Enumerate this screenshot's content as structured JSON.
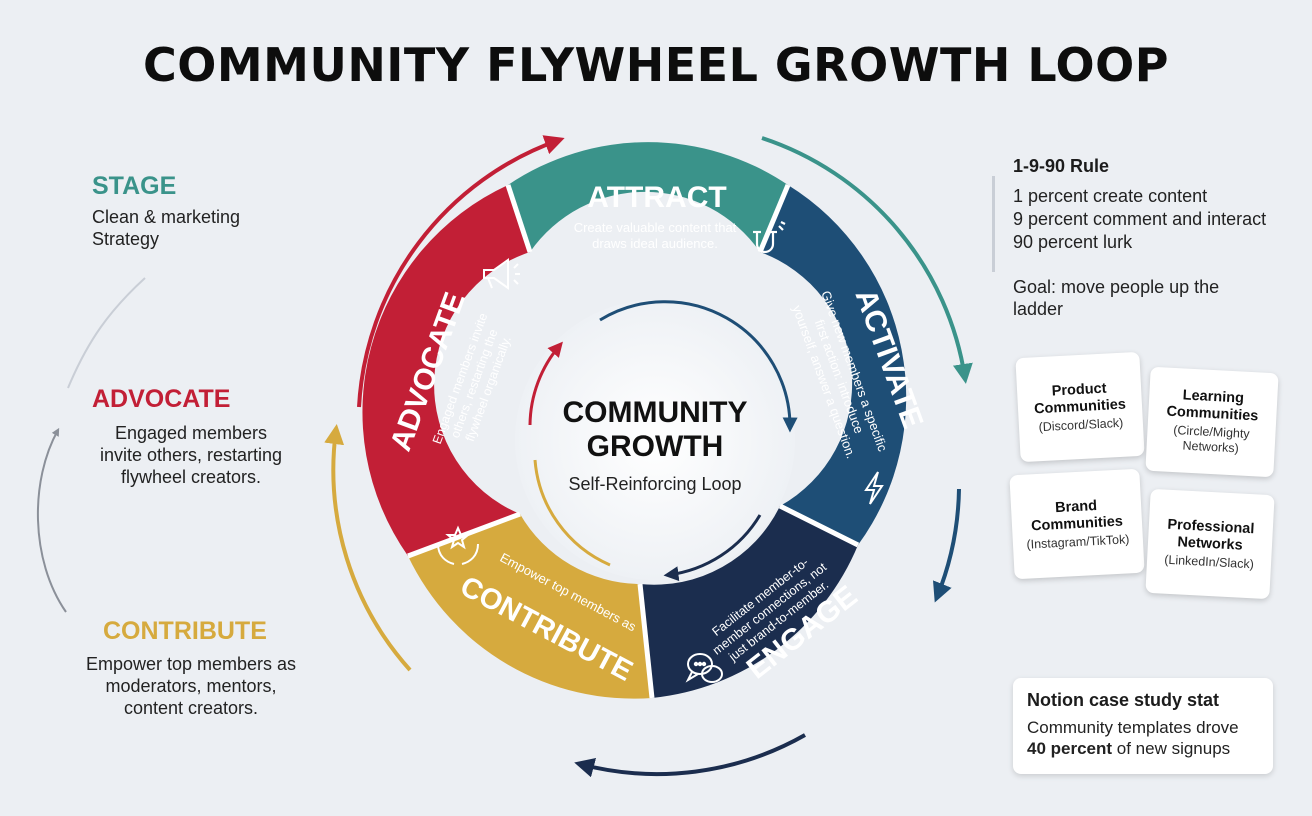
{
  "title": "COMMUNITY FLYWHEEL GROWTH LOOP",
  "colors": {
    "attract": "#3a938a",
    "activate": "#1e4e76",
    "engage": "#1b2d4e",
    "contribute": "#d6aa3e",
    "advocate": "#c21f36"
  },
  "center": {
    "title_line1": "COMMUNITY",
    "title_line2": "GROWTH",
    "subtitle": "Self-Reinforcing Loop"
  },
  "segments": {
    "attract": {
      "label": "ATTRACT",
      "desc_line1": "Create valuable content that",
      "desc_line2": "draws ideal audience.",
      "icon": "magnet-icon"
    },
    "activate": {
      "label": "ACTIVATE",
      "desc_line1": "Give new members a specific",
      "desc_line2": "first action: introduce",
      "desc_line3": "yourself, answer a question.",
      "icon": "lightning-icon"
    },
    "engage": {
      "label": "ENGAGE",
      "desc_line1": "Facilitate member-to-",
      "desc_line2": "member connections, not",
      "desc_line3": "just brand-to-member.",
      "icon": "chat-icon"
    },
    "contribute": {
      "label": "CONTRIBUTE",
      "desc_line1": "Empower top members as",
      "icon": "hands-star-icon"
    },
    "advocate": {
      "label": "ADVOCATE",
      "desc_line1": "Engaged members invite",
      "desc_line2": "others, restarting the",
      "desc_line3": "flywheel organically.",
      "icon": "megaphone-icon"
    }
  },
  "left": {
    "stage": {
      "heading": "STAGE",
      "line1": "Clean & marketing",
      "line2": "Strategy"
    },
    "advocate": {
      "heading": "ADVOCATE",
      "line1": "Engaged members",
      "line2": "invite others, restarting",
      "line3": "flywheel creators."
    },
    "contribute": {
      "heading": "CONTRIBUTE",
      "line1": "Empower top members as",
      "line2": "moderators, mentors,",
      "line3": "content creators."
    }
  },
  "rule": {
    "title": "1-9-90 Rule",
    "lines": [
      "1 percent create content",
      "9 percent comment and interact",
      "90 percent lurk"
    ],
    "goal": "Goal: move people up the ladder"
  },
  "cards": [
    {
      "name": "Product Communities",
      "platforms": "(Discord/Slack)"
    },
    {
      "name": "Learning Communities",
      "platforms": "(Circle/Mighty Networks)"
    },
    {
      "name": "Brand Communities",
      "platforms": "(Instagram/TikTok)"
    },
    {
      "name": "Professional Networks",
      "platforms": "(LinkedIn/Slack)"
    }
  ],
  "stat": {
    "title": "Notion case study stat",
    "line1": "Community templates drove",
    "bold": "40 percent",
    "rest": " of new signups"
  }
}
